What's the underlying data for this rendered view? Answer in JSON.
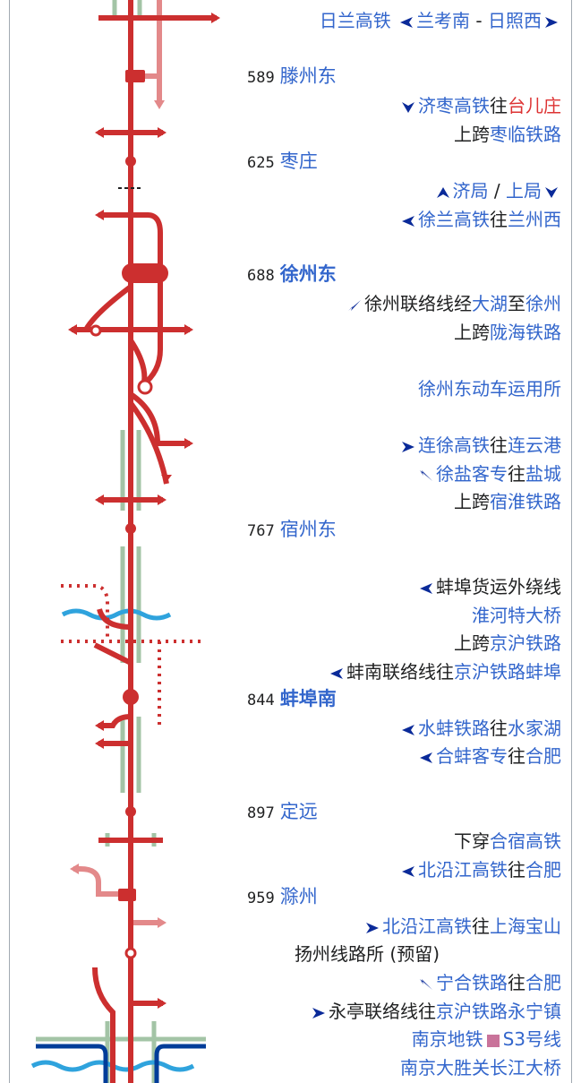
{
  "colors": {
    "main_line": "#cc2f2f",
    "light_line": "#e3898a",
    "other_line": "#a3c4a6",
    "river": "#2fa3dd",
    "metro": "#003d99",
    "link": "#3366cc",
    "arrow": "#0a2a99",
    "s3": "#c9739a"
  },
  "rows": {
    "r1": {
      "line": "日兰高铁",
      "from": "兰考南",
      "sep": " - ",
      "to": "日照西"
    },
    "r2": {
      "km": "589",
      "name": "滕州东"
    },
    "r3": {
      "line": "济枣高铁",
      "mid": "往",
      "to": "台儿庄"
    },
    "r4": {
      "pre": "上跨",
      "line": "枣临铁路"
    },
    "r5": {
      "km": "625",
      "name": "枣庄"
    },
    "r6": {
      "a": "济局",
      "sep": " / ",
      "b": "上局"
    },
    "r7": {
      "line": "徐兰高铁",
      "mid": "往",
      "to": "兰州西"
    },
    "r8": {
      "km": "688",
      "name": "徐州东"
    },
    "r9": {
      "pre": "徐州联络线经",
      "via": "大湖",
      "mid": "至",
      "to": "徐州"
    },
    "r10": {
      "pre": "上跨",
      "line": "陇海铁路"
    },
    "r11": {
      "name": "徐州东动车运用所"
    },
    "r12": {
      "line": "连徐高铁",
      "mid": "往",
      "to": "连云港"
    },
    "r13": {
      "line": "徐盐客专",
      "mid": "往",
      "to": "盐城"
    },
    "r14": {
      "pre": "上跨",
      "line": "宿淮铁路"
    },
    "r15": {
      "km": "767",
      "name": "宿州东"
    },
    "r16": {
      "name": "蚌埠货运外绕线"
    },
    "r17": {
      "name": "淮河特大桥"
    },
    "r18": {
      "pre": "上跨",
      "line": "京沪铁路"
    },
    "r19": {
      "pre": "蚌南联络线往",
      "to": "京沪铁路蚌埠"
    },
    "r20": {
      "km": "844",
      "name": "蚌埠南"
    },
    "r21": {
      "line": "水蚌铁路",
      "mid": "往",
      "to": "水家湖"
    },
    "r22": {
      "line": "合蚌客专",
      "mid": "往",
      "to": "合肥"
    },
    "r23": {
      "km": "897",
      "name": "定远"
    },
    "r24": {
      "pre": "下穿",
      "line": "合宿高铁"
    },
    "r25": {
      "line": "北沿江高铁",
      "mid": "往",
      "to": "合肥"
    },
    "r26": {
      "km": "959",
      "name": "滁州"
    },
    "r27": {
      "line": "北沿江高铁",
      "mid": "往",
      "to": "上海宝山"
    },
    "r28": {
      "name": "扬州线路所 (预留)"
    },
    "r29": {
      "line": "宁合铁路",
      "mid": "往",
      "to": "合肥"
    },
    "r30": {
      "pre": "永亭联络线往",
      "to": "京沪铁路永宁镇"
    },
    "r31": {
      "line": "南京地铁",
      "s3": "S3号线"
    },
    "r32": {
      "name": "南京大胜关长江大桥"
    }
  }
}
